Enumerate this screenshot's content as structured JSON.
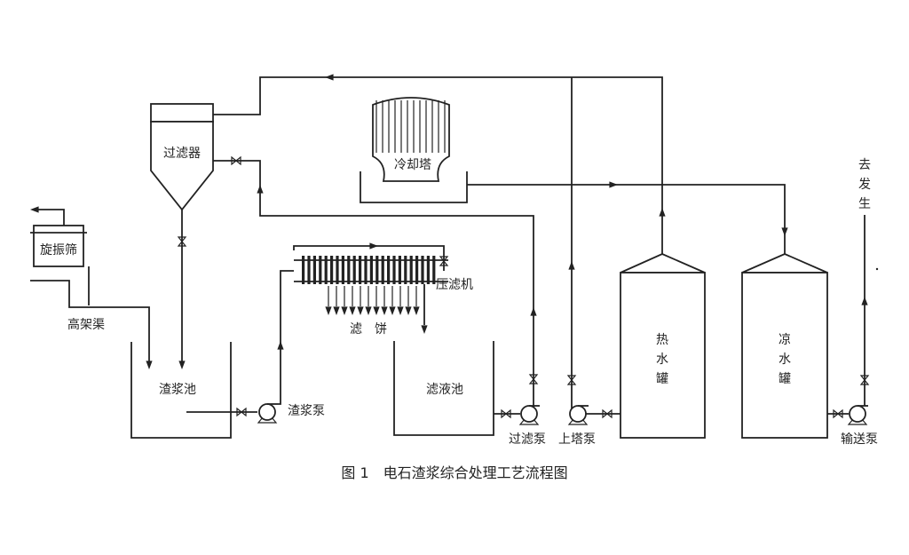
{
  "diagram": {
    "labels": {
      "filter": "过滤器",
      "cooling_tower": "冷却塔",
      "rotary_screen": "旋振筛",
      "elevated_channel": "高架渠",
      "slurry_tank": "渣浆池",
      "slurry_pump": "渣浆泵",
      "filter_press": "压滤机",
      "filter_cake": "滤　饼",
      "filtrate_tank": "滤液池",
      "filter_pump": "过滤泵",
      "tower_pump": "上塔泵",
      "hot_tank": "热\n水\n罐",
      "cold_tank": "凉\n水\n罐",
      "to_generator": "去\n发\n生",
      "delivery_pump": "输送泵"
    },
    "caption": "图 1　电石渣浆综合处理工艺流程图"
  }
}
